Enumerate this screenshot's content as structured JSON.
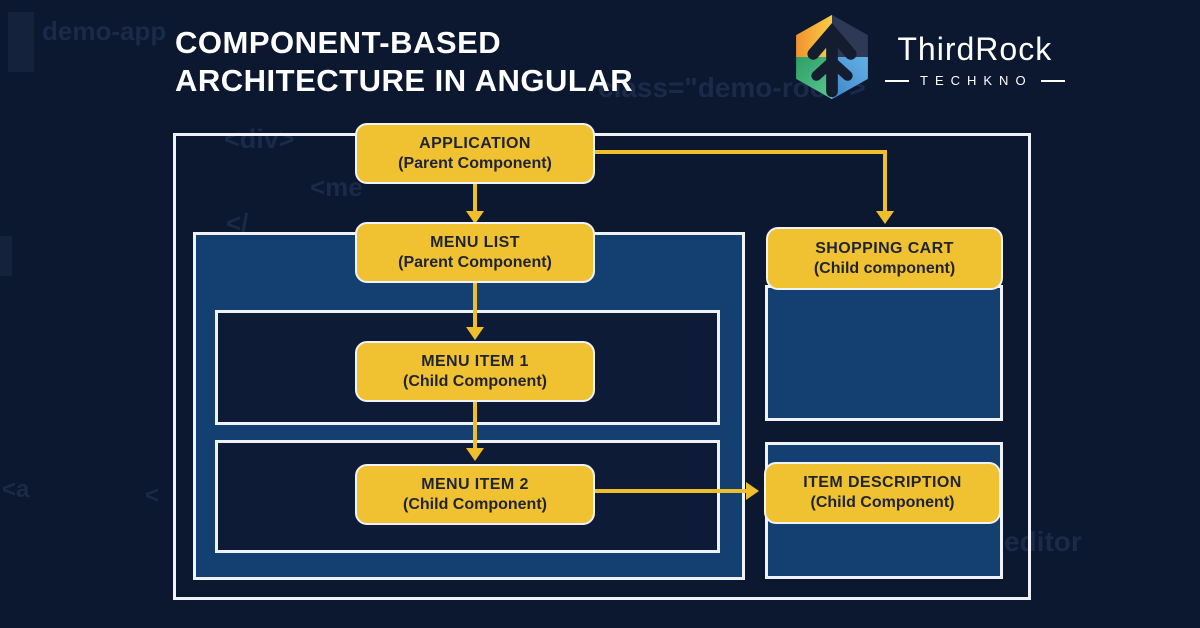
{
  "title": {
    "line1": "COMPONENT-BASED",
    "line2": "ARCHITECTURE IN ANGULAR"
  },
  "brand": {
    "name": "ThirdRock",
    "subtitle": "TECHKNO"
  },
  "background_code": [
    {
      "text": "demo-app"
    },
    {
      "text": "class=\"demo-root\">"
    },
    {
      "text": "<div>"
    },
    {
      "text": "<me"
    },
    {
      "text": "</"
    },
    {
      "text": "<a"
    },
    {
      "text": "<"
    },
    {
      "text": "editor"
    }
  ],
  "diagram": {
    "type": "component-tree",
    "nodes": [
      {
        "id": "application",
        "title": "APPLICATION",
        "subtitle": "(Parent Component)"
      },
      {
        "id": "menu-list",
        "title": "MENU LIST",
        "subtitle": "(Parent Component)"
      },
      {
        "id": "menu-item-1",
        "title": "MENU ITEM 1",
        "subtitle": "(Child Component)"
      },
      {
        "id": "menu-item-2",
        "title": "MENU ITEM 2",
        "subtitle": "(Child Component)"
      },
      {
        "id": "shopping-cart",
        "title": "SHOPPING CART",
        "subtitle": "(Child component)"
      },
      {
        "id": "item-description",
        "title": "ITEM DESCRIPTION",
        "subtitle": "(Child Component)"
      }
    ],
    "edges": [
      {
        "from": "application",
        "to": "menu-list"
      },
      {
        "from": "application",
        "to": "shopping-cart"
      },
      {
        "from": "menu-list",
        "to": "menu-item-1"
      },
      {
        "from": "menu-item-1",
        "to": "menu-item-2"
      },
      {
        "from": "menu-item-2",
        "to": "item-description"
      }
    ]
  },
  "colors": {
    "background": "#0C1730",
    "panel_blue": "#134071",
    "accent_yellow": "#F0C232",
    "arrow_yellow": "#EFBE2B",
    "border_white": "#EFF2F8",
    "node_text": "#1F2430"
  }
}
